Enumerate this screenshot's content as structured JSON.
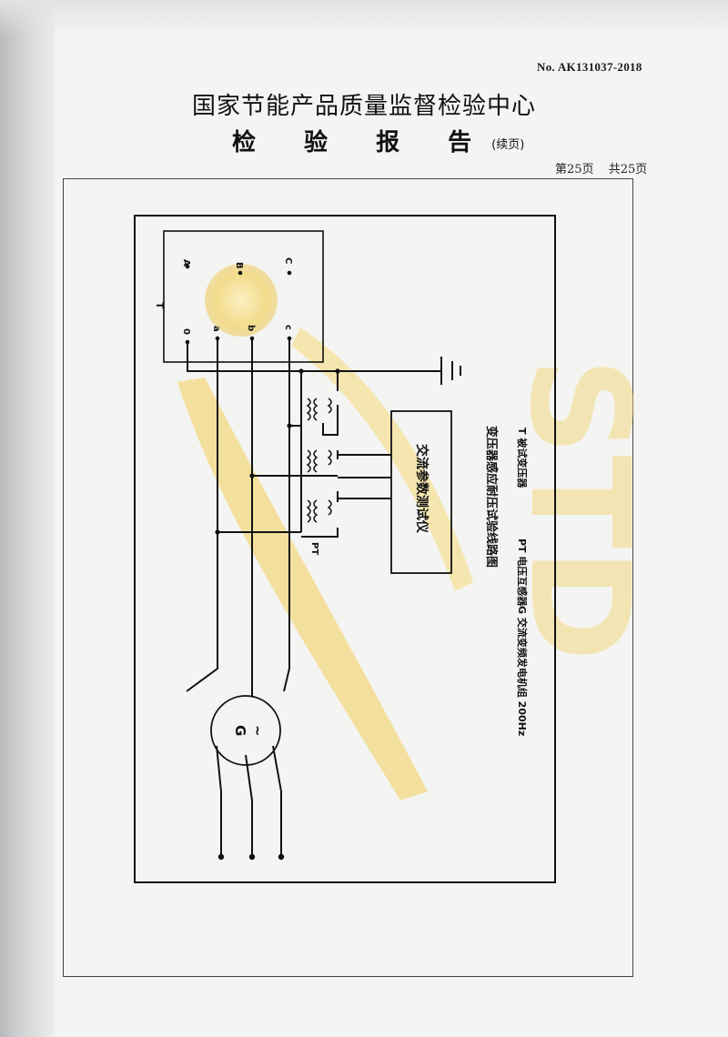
{
  "header": {
    "report_no": "No. AK131037-2018",
    "organization": "国家节能产品质量监督检验中心",
    "report_title": "检 验 报 告",
    "report_title_suffix": "(续页)",
    "page_current": "第25页",
    "page_total": "共25页"
  },
  "diagram": {
    "transformer_label": "T",
    "terminals_high": [
      "A",
      "B",
      "C"
    ],
    "terminals_low": [
      "0",
      "a",
      "b",
      "c"
    ],
    "pt_label": "PT",
    "instrument_label": "交流参数测试仪",
    "generator_label": "G",
    "generator_symbol": "~",
    "caption": "变压器感应耐压试验线路图",
    "legend_g": "G  交流变频发电机组   200Hz",
    "legend_pt": "PT  电压互感器",
    "legend_t": "T   被试变压器"
  },
  "watermark": {
    "text": "STD",
    "colors": [
      "#f2d36a",
      "#f6e4a2"
    ]
  },
  "colors": {
    "ink": "#111111",
    "paper": "#f4f4f2"
  }
}
